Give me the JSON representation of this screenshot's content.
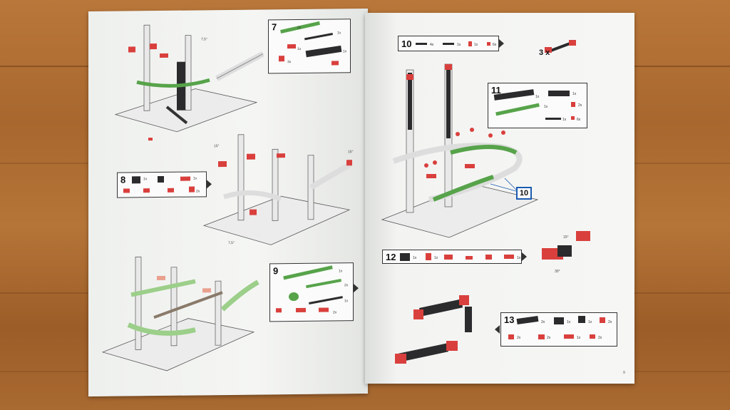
{
  "steps": {
    "s7": "7",
    "s8": "8",
    "s9": "9",
    "s10": "10",
    "s11": "11",
    "s12": "12",
    "s13": "13"
  },
  "multiplier": "3 x",
  "callout_label": "10",
  "angle_labels": {
    "a1": "7,5°",
    "a2": "15°",
    "a3": "15°",
    "a4": "7,5°",
    "a5": "15°",
    "a6": "30°"
  },
  "quantities": {
    "q_1x": "1x",
    "q_2x": "2x",
    "q_3x": "3x",
    "q_4x": "4x",
    "q_6x": "6x"
  },
  "page_number": "9"
}
